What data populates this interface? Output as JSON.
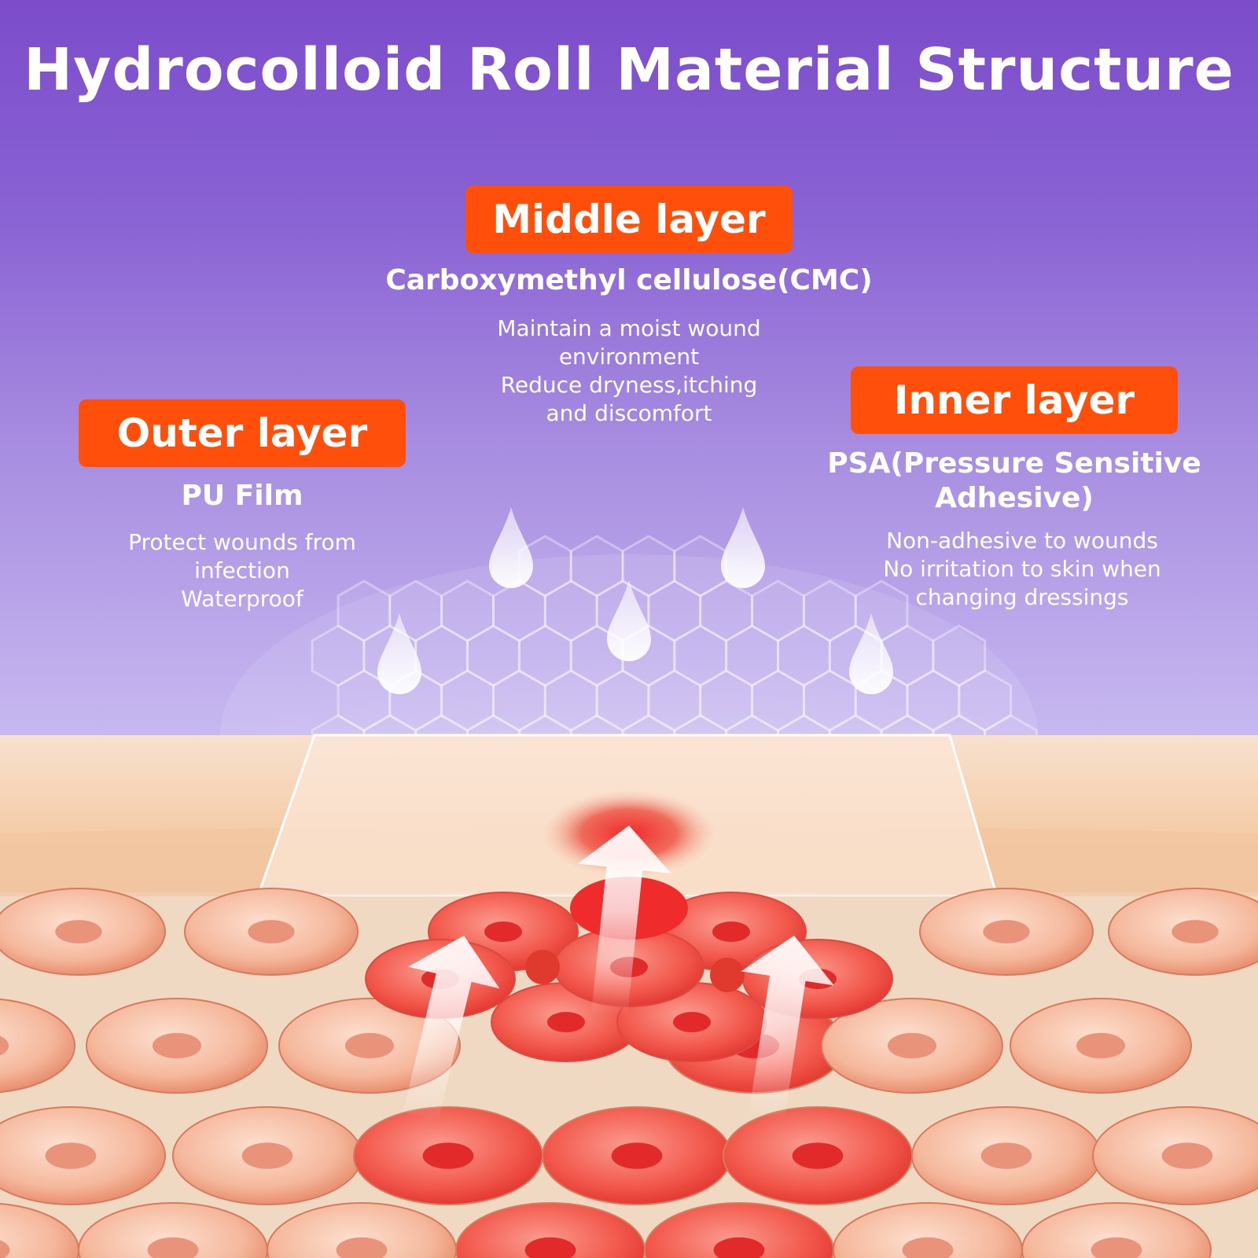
{
  "title": "Hydrocolloid Roll Material Structure",
  "colors": {
    "badge": "#ff4f0a",
    "background_top": "#7c4ccb",
    "background_bottom": "#c7b8f0",
    "skin": "#f2c79f",
    "wound_red": "#ef2b2b"
  },
  "layers": {
    "middle": {
      "label": "Middle layer",
      "material": "Carboxymethyl cellulose(CMC)",
      "benefits": [
        "Maintain a moist wound",
        "environment",
        "Reduce dryness,itching",
        "and discomfort"
      ]
    },
    "outer": {
      "label": "Outer layer",
      "material": "PU Film",
      "benefits": [
        "Protect wounds from",
        "infection",
        "Waterproof"
      ]
    },
    "inner": {
      "label": "Inner layer",
      "material_lines": [
        "PSA(Pressure Sensitive",
        "Adhesive)"
      ],
      "benefits": [
        "Non-adhesive to wounds",
        "No irritation to skin when",
        "changing dressings"
      ]
    }
  },
  "illustration": {
    "icons": [
      "water-drop-icon",
      "hexagon-pattern",
      "arrow-up-icon",
      "skin-cell"
    ]
  }
}
